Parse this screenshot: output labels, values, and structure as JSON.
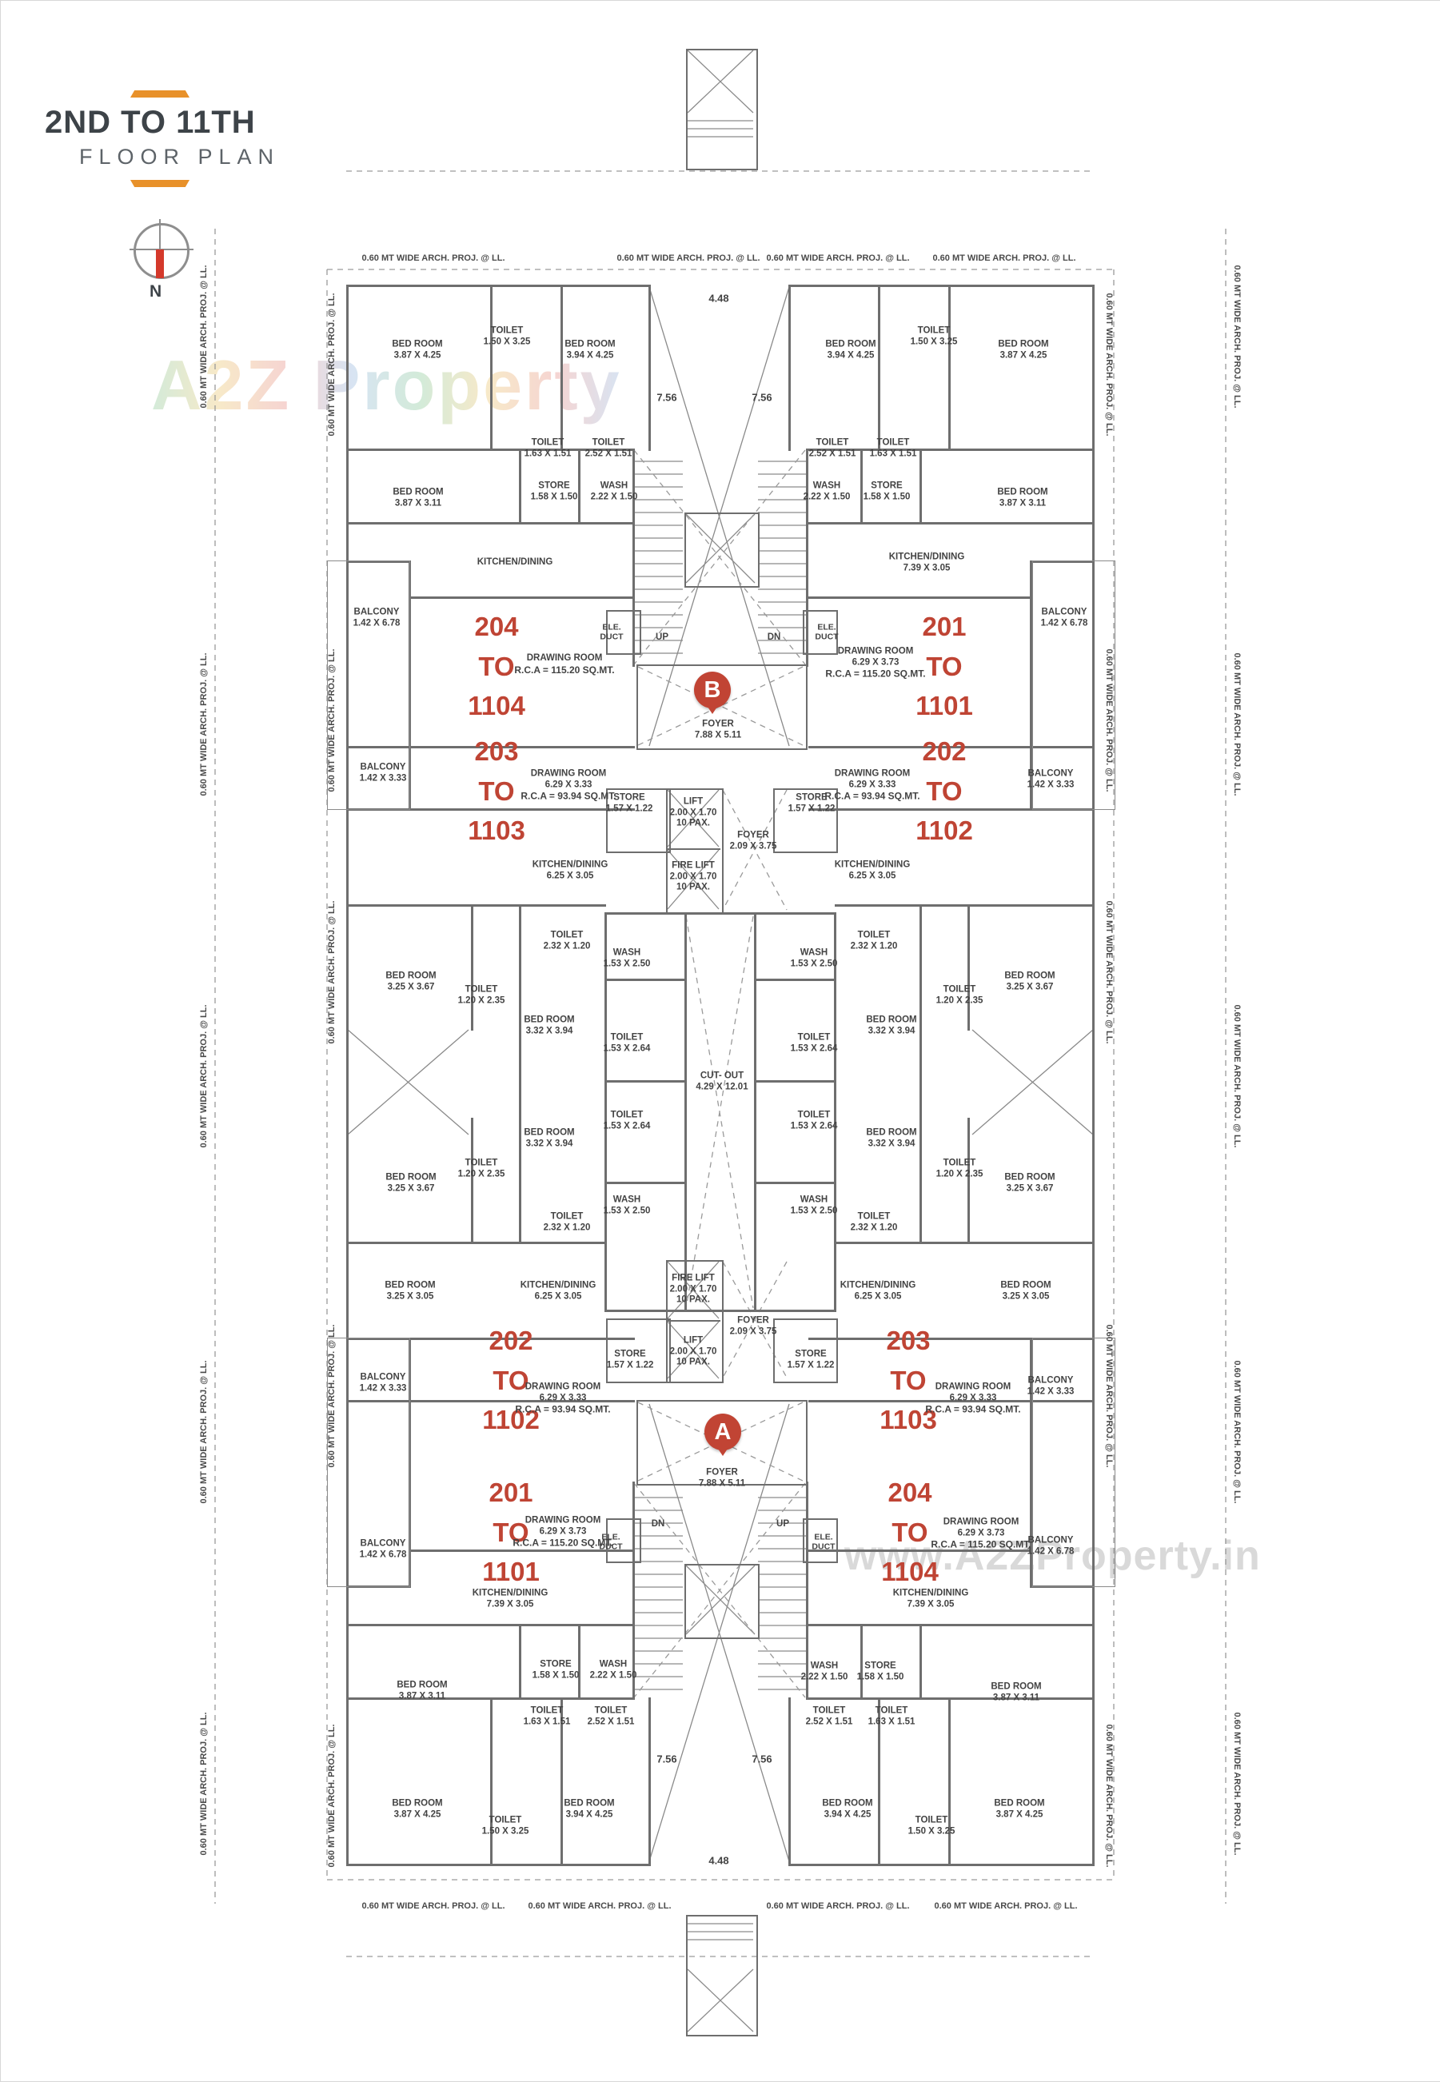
{
  "header": {
    "title": "2ND TO 11TH",
    "subtitle": "FLOOR PLAN",
    "compass_label": "N"
  },
  "watermarks": {
    "top": "A2Z Property",
    "bottom": "www.A2ZProperty.in"
  },
  "colors": {
    "accent_orange": "#E8912A",
    "unit_red": "#BF4434",
    "marker_red": "#C14434",
    "wall_gray": "#6E6E6E",
    "text_gray": "#434343"
  },
  "plan": {
    "arch_label": "0.60 MT WIDE ARCH. PROJ. @ LL.",
    "dims": {
      "court_width": "4.48",
      "court_height": "7.56"
    },
    "markers": {
      "a": "A",
      "b": "B"
    },
    "stairs": {
      "up": "UP",
      "down": "DN"
    },
    "units": {
      "u201": {
        "from": "201",
        "to_word": "TO",
        "to": "1101"
      },
      "u202": {
        "from": "202",
        "to_word": "TO",
        "to": "1102"
      },
      "u203": {
        "from": "203",
        "to_word": "TO",
        "to": "1103"
      },
      "u204": {
        "from": "204",
        "to_word": "TO",
        "to": "1104"
      }
    },
    "rooms": {
      "bed_387_425": {
        "name": "BED ROOM",
        "dim": "3.87 X 4.25"
      },
      "bed_394_425": {
        "name": "BED ROOM",
        "dim": "3.94 X 4.25"
      },
      "bed_387_311": {
        "name": "BED ROOM",
        "dim": "3.87 X 3.11"
      },
      "bed_325_367": {
        "name": "BED ROOM",
        "dim": "3.25 X 3.67"
      },
      "bed_332_394": {
        "name": "BED ROOM",
        "dim": "3.32 X 3.94"
      },
      "bed_325_305": {
        "name": "BED ROOM",
        "dim": "3.25 X 3.05"
      },
      "toilet_150_325": {
        "name": "TOILET",
        "dim": "1.50 X 3.25"
      },
      "toilet_163_151": {
        "name": "TOILET",
        "dim": "1.63 X 1.51"
      },
      "toilet_252_151": {
        "name": "TOILET",
        "dim": "2.52 X 1.51"
      },
      "toilet_232_120": {
        "name": "TOILET",
        "dim": "2.32 X 1.20"
      },
      "toilet_120_235": {
        "name": "TOILET",
        "dim": "1.20 X 2.35"
      },
      "toilet_153_264": {
        "name": "TOILET",
        "dim": "1.53 X 2.64"
      },
      "wash_222_150": {
        "name": "WASH",
        "dim": "2.22 X 1.50"
      },
      "wash_153_250": {
        "name": "WASH",
        "dim": "1.53 X 2.50"
      },
      "store_158_150": {
        "name": "STORE",
        "dim": "1.58 X 1.50"
      },
      "store_157_122": {
        "name": "STORE",
        "dim": "1.57 X 1.22"
      },
      "kitchen_739_305": {
        "name": "KITCHEN/DINING",
        "dim": "7.39 X 3.05"
      },
      "kitchen_625_305": {
        "name": "KITCHEN/DINING",
        "dim": "6.25 X 3.05"
      },
      "kitchen_unlabeled": {
        "name": "KITCHEN/DINING"
      },
      "balcony_142_678": {
        "name": "BALCONY",
        "dim": "1.42 X 6.78"
      },
      "balcony_142_333": {
        "name": "BALCONY",
        "dim": "1.42 X 3.33"
      },
      "drawing_115": {
        "name": "DRAWING ROOM",
        "dim": "6.29 X 3.73",
        "rca": "R.C.A = 115.20 SQ.MT."
      },
      "drawing_94": {
        "name": "DRAWING ROOM",
        "dim": "6.29 X 3.33",
        "rca": "R.C.A = 93.94 SQ.MT."
      },
      "foyer_main": {
        "name": "FOYER",
        "dim": "7.88 X 5.11"
      },
      "foyer_lift": {
        "name": "FOYER",
        "dim": "2.09 X 3.75"
      },
      "lift": {
        "name": "LIFT",
        "dim": "2.00 X 1.70",
        "pax": "10 PAX."
      },
      "fire_lift": {
        "name": "FIRE LIFT",
        "dim": "2.00 X 1.70",
        "pax": "10 PAX."
      },
      "cutout": {
        "name": "CUT- OUT",
        "dim": "4.29 X 12.01"
      },
      "ele_duct": {
        "line1": "ELE.",
        "line2": "DUCT"
      }
    }
  }
}
